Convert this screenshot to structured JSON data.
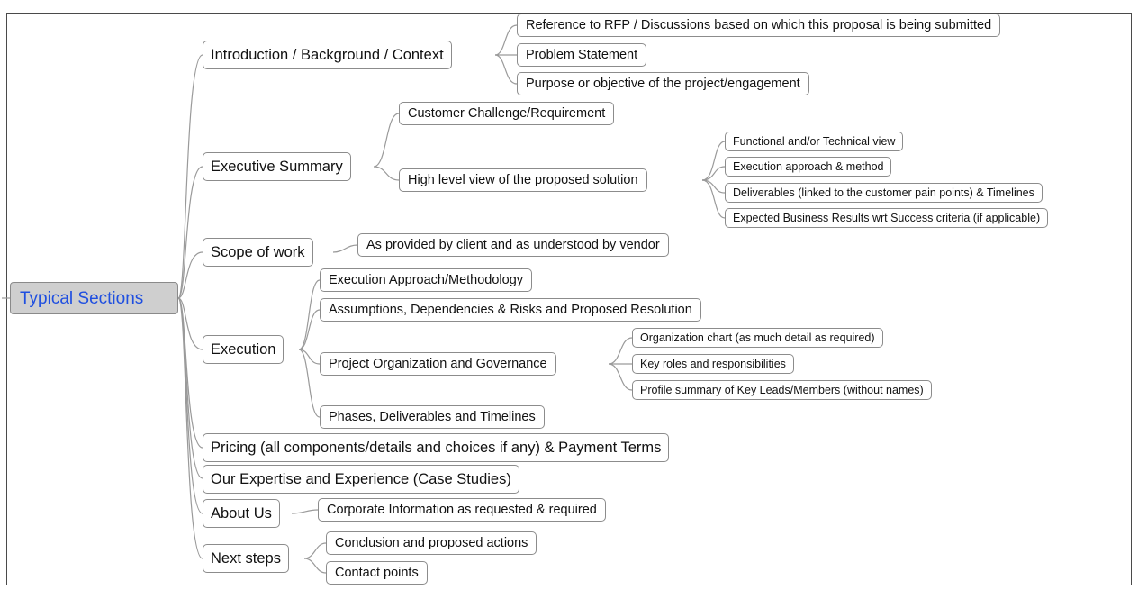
{
  "mindmap": {
    "root": "Typical Sections",
    "sections": [
      {
        "label": "Introduction / Background / Context",
        "children": [
          {
            "label": "Reference to RFP / Discussions based on which this proposal is being submitted"
          },
          {
            "label": "Problem Statement"
          },
          {
            "label": "Purpose or objective of the project/engagement"
          }
        ]
      },
      {
        "label": "Executive Summary",
        "children": [
          {
            "label": "Customer Challenge/Requirement"
          },
          {
            "label": "High level view of the proposed solution",
            "children": [
              {
                "label": "Functional and/or Technical view"
              },
              {
                "label": "Execution approach & method"
              },
              {
                "label": "Deliverables (linked to the customer pain points) & Timelines"
              },
              {
                "label": "Expected Business Results wrt Success criteria (if applicable)"
              }
            ]
          }
        ]
      },
      {
        "label": "Scope of work",
        "children": [
          {
            "label": "As provided by client and as understood by vendor"
          }
        ]
      },
      {
        "label": "Execution",
        "children": [
          {
            "label": "Execution Approach/Methodology"
          },
          {
            "label": "Assumptions, Dependencies & Risks and Proposed Resolution"
          },
          {
            "label": "Project Organization and Governance",
            "children": [
              {
                "label": "Organization chart (as much detail as required)"
              },
              {
                "label": "Key roles and responsibilities"
              },
              {
                "label": "Profile summary of Key Leads/Members (without names)"
              }
            ]
          },
          {
            "label": "Phases, Deliverables and Timelines"
          }
        ]
      },
      {
        "label": "Pricing (all components/details and choices if any) & Payment Terms"
      },
      {
        "label": "Our Expertise and Experience (Case Studies)"
      },
      {
        "label": "About Us",
        "children": [
          {
            "label": "Corporate Information as requested & required"
          }
        ]
      },
      {
        "label": "Next steps",
        "children": [
          {
            "label": "Conclusion and proposed actions"
          },
          {
            "label": "Contact points"
          }
        ]
      }
    ]
  }
}
